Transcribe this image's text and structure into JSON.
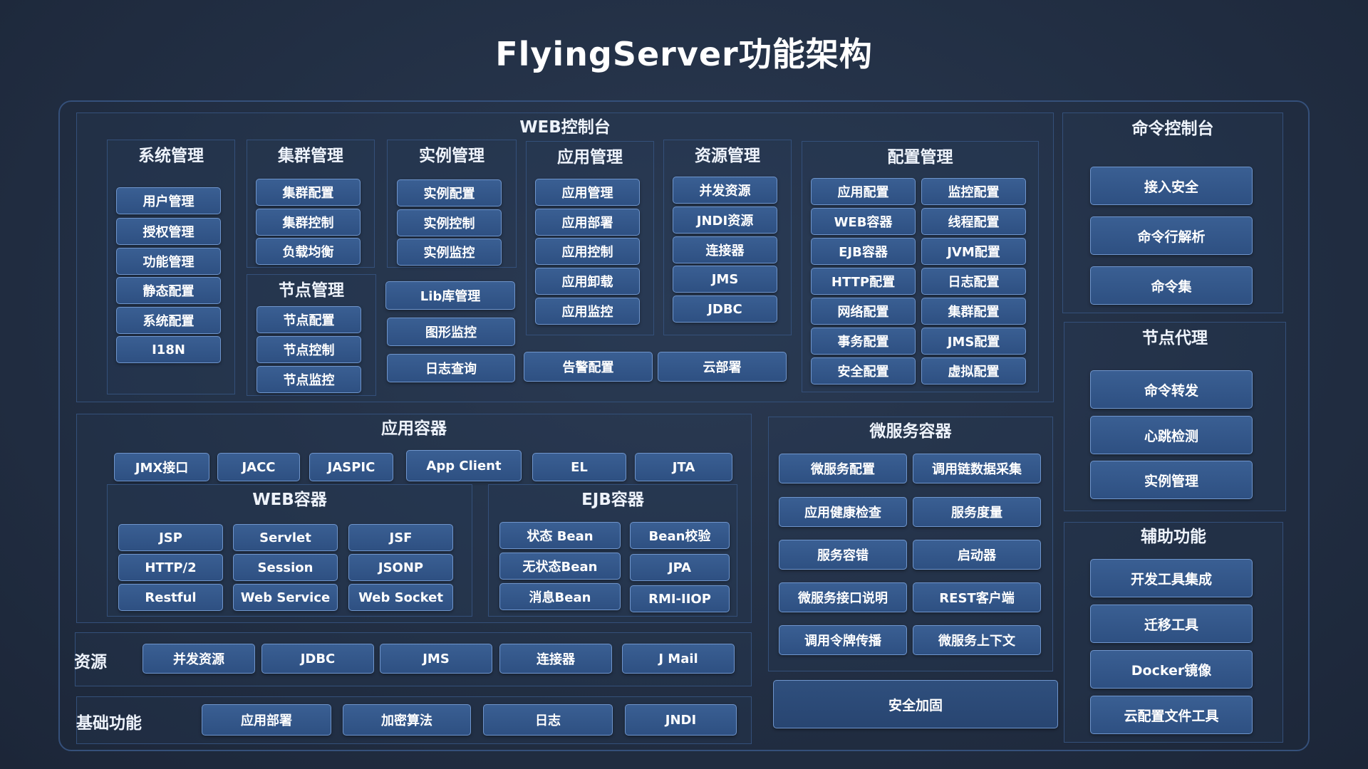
{
  "title": "FlyingServer功能架构",
  "web_console": {
    "title": "WEB控制台",
    "system_mgmt": {
      "title": "系统管理",
      "items": [
        "用户管理",
        "授权管理",
        "功能管理",
        "静态配置",
        "系统配置",
        "I18N"
      ]
    },
    "cluster_mgmt": {
      "title": "集群管理",
      "items": [
        "集群配置",
        "集群控制",
        "负载均衡"
      ]
    },
    "node_mgmt": {
      "title": "节点管理",
      "items": [
        "节点配置",
        "节点控制",
        "节点监控"
      ]
    },
    "instance_mgmt": {
      "title": "实例管理",
      "items": [
        "实例配置",
        "实例控制",
        "实例监控"
      ]
    },
    "instance_extra": [
      "Lib库管理",
      "图形监控",
      "日志查询"
    ],
    "app_mgmt": {
      "title": "应用管理",
      "items": [
        "应用管理",
        "应用部署",
        "应用控制",
        "应用卸载",
        "应用监控"
      ]
    },
    "resource_mgmt": {
      "title": "资源管理",
      "items": [
        "并发资源",
        "JNDI资源",
        "连接器",
        "JMS",
        "JDBC"
      ]
    },
    "bottom_extra": [
      "告警配置",
      "云部署"
    ],
    "config_mgmt": {
      "title": "配置管理",
      "left": [
        "应用配置",
        "WEB容器",
        "EJB容器",
        "HTTP配置",
        "网络配置",
        "事务配置",
        "安全配置"
      ],
      "right": [
        "监控配置",
        "线程配置",
        "JVM配置",
        "日志配置",
        "集群配置",
        "JMS配置",
        "虚拟配置"
      ]
    }
  },
  "command_console": {
    "title": "命令控制台",
    "items": [
      "接入安全",
      "命令行解析",
      "命令集"
    ]
  },
  "node_agent": {
    "title": "节点代理",
    "items": [
      "命令转发",
      "心跳检测",
      "实例管理"
    ]
  },
  "aux": {
    "title": "辅助功能",
    "items": [
      "开发工具集成",
      "迁移工具",
      "Docker镜像",
      "云配置文件工具"
    ]
  },
  "app_container": {
    "title": "应用容器",
    "top": [
      "JMX接口",
      "JACC",
      "JASPIC",
      "App Client",
      "EL",
      "JTA"
    ],
    "web": {
      "title": "WEB容器",
      "items": [
        "JSP",
        "Servlet",
        "JSF",
        "HTTP/2",
        "Session",
        "JSONP",
        "Restful",
        "Web Service",
        "Web Socket"
      ]
    },
    "ejb": {
      "title": "EJB容器",
      "items": [
        "状态 Bean",
        "Bean校验",
        "无状态Bean",
        "JPA",
        "消息Bean",
        "RMI-IIOP"
      ]
    }
  },
  "microservice": {
    "title": "微服务容器",
    "items": [
      "微服务配置",
      "调用链数据采集",
      "应用健康检查",
      "服务度量",
      "服务容错",
      "启动器",
      "微服务接口说明",
      "REST客户端",
      "调用令牌传播",
      "微服务上下文"
    ]
  },
  "resources": {
    "title": "资源",
    "items": [
      "并发资源",
      "JDBC",
      "JMS",
      "连接器",
      "J Mail"
    ]
  },
  "basic": {
    "title": "基础功能",
    "items": [
      "应用部署",
      "加密算法",
      "日志",
      "JNDI"
    ]
  },
  "security": {
    "label": "安全加固"
  }
}
